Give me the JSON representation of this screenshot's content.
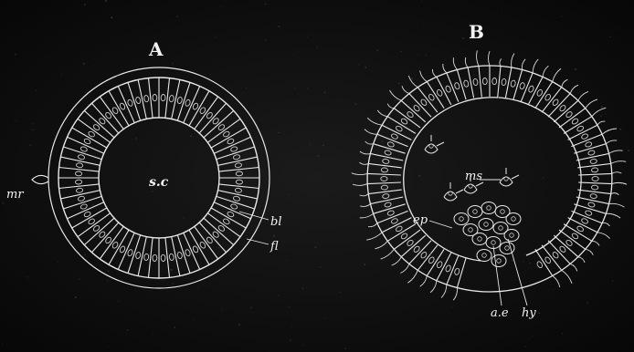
{
  "figure": {
    "panels": [
      {
        "id": "A",
        "title": "A",
        "labels": {
          "center": "s.c",
          "left": "mr",
          "inner_membrane": "bl",
          "outer_membrane": "fl"
        }
      },
      {
        "id": "B",
        "title": "B",
        "labels": {
          "mesenchyme": "ms",
          "epithelium": "ep",
          "archenteron": "a.e",
          "hypoblast": "hy"
        }
      }
    ]
  }
}
